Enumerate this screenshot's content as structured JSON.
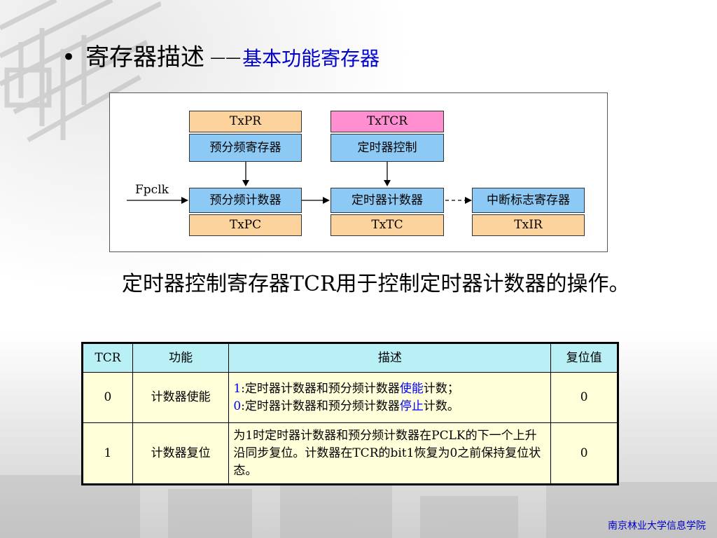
{
  "title": {
    "bullet": "•",
    "main": "寄存器描述",
    "dash": "——",
    "sub": "基本功能寄存器"
  },
  "diagram": {
    "txpr_label": "TxPR",
    "prescale_reg_label": "预分频寄存器",
    "txtcr_label": "TxTCR",
    "timer_ctrl_label": "定时器控制",
    "fpclk_label": "Fpclk",
    "prescale_counter_label": "预分频计数器",
    "txpc_label": "TxPC",
    "timer_counter_label": "定时器计数器",
    "txtc_label": "TxTC",
    "interrupt_reg_label": "中断标志寄存器",
    "txir_label": "TxIR",
    "colors": {
      "orange": "#fcd39c",
      "pink": "#ff8fd1",
      "blue": "#8ccaf5"
    }
  },
  "paragraph": {
    "line": "定时器控制寄存器TCR用于控制定时器计数器的操作。"
  },
  "table": {
    "headers": [
      "TCR",
      "功能",
      "描述",
      "复位值"
    ],
    "rows": [
      {
        "tcr": "0",
        "function": "计数器使能",
        "desc_line1_prefix": "1",
        "desc_line1_a": ":定时器计数器和预分频计数器",
        "desc_line1_highlight": "使能",
        "desc_line1_b": "计数；",
        "desc_line2_prefix": "0",
        "desc_line2_a": ":定时器计数器和预分频计数器",
        "desc_line2_highlight": "停止",
        "desc_line2_b": "计数。",
        "reset": "0"
      },
      {
        "tcr": "1",
        "function": "计数器复位",
        "desc": "为1时定时器计数器和预分频计数器在PCLK的下一个上升沿同步复位。计数器在TCR的bit1恢复为0之前保持复位状态。",
        "reset": "0"
      }
    ],
    "colors": {
      "header_bg": "#b8f0f6",
      "body_bg": "#ffffd9",
      "highlight": "#0000ff"
    }
  },
  "footer": {
    "text": "南京林业大学信息学院"
  }
}
